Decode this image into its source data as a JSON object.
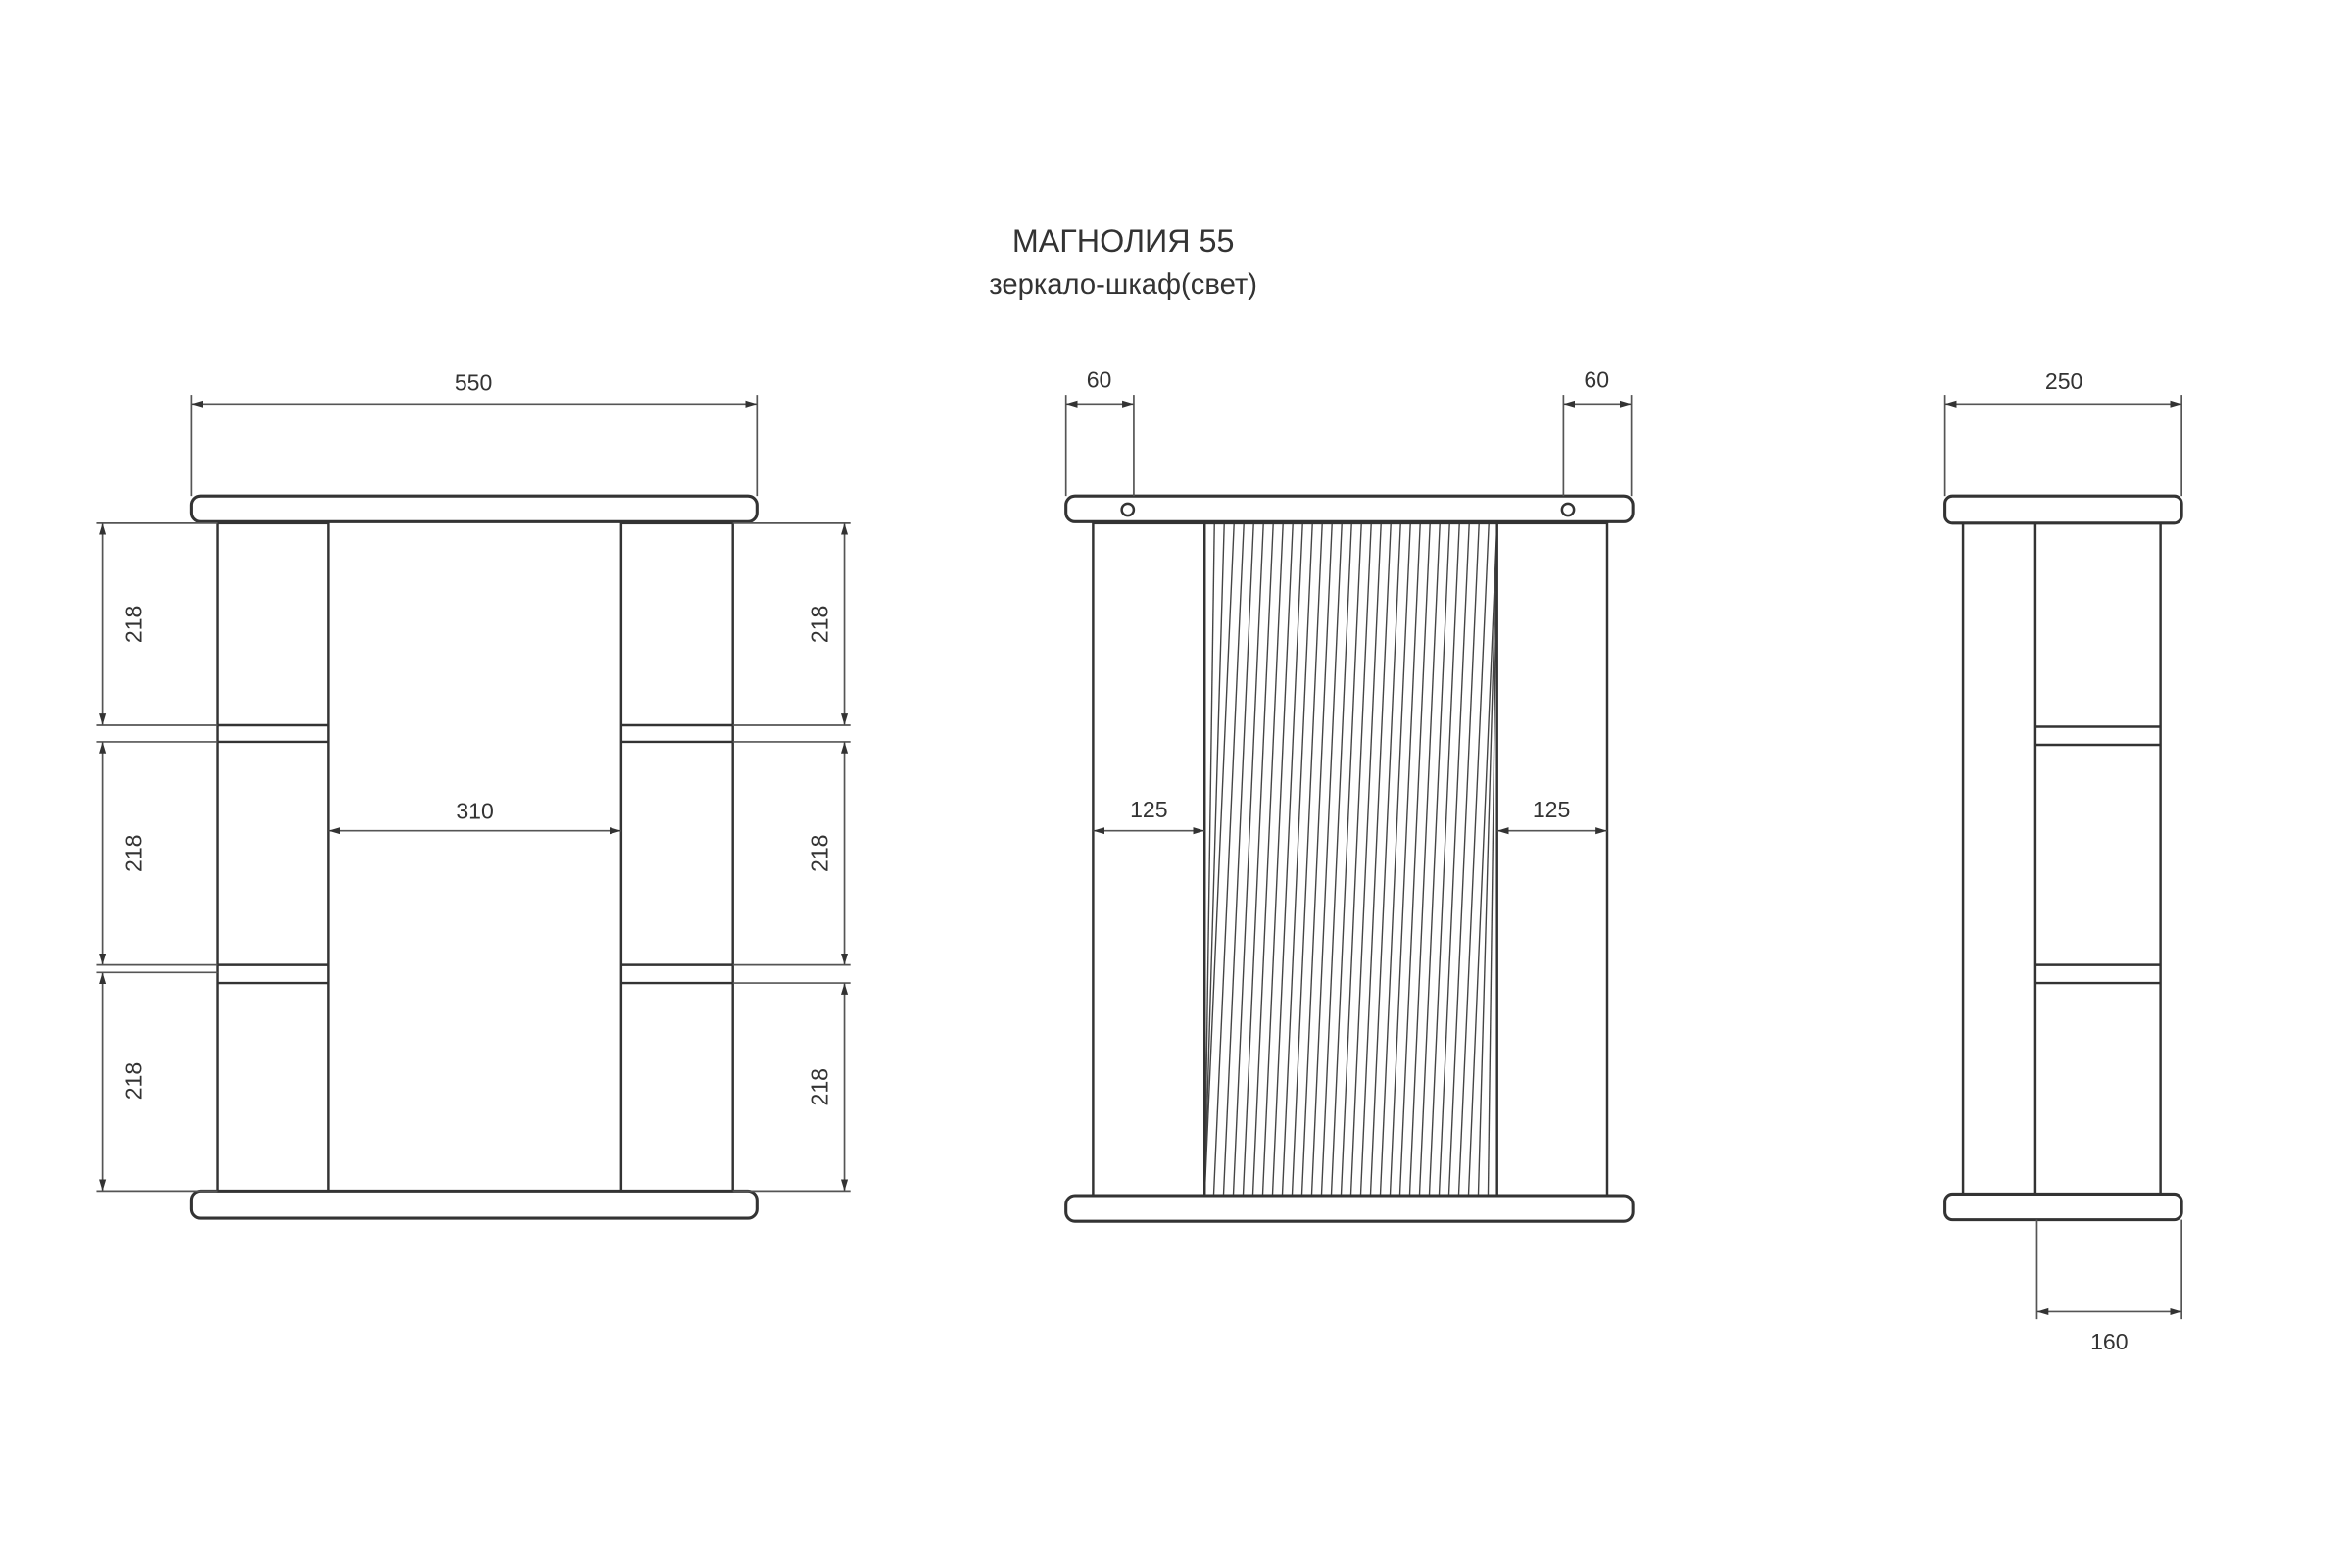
{
  "title": "МАГНОЛИЯ 55",
  "subtitle": "зеркало-шкаф(свет)",
  "front_view": {
    "width": "550",
    "inner_width": "310",
    "left_heights": [
      "218",
      "218",
      "218"
    ],
    "right_heights": [
      "218",
      "218",
      "218"
    ]
  },
  "mirror_view": {
    "left_hole_offset": "60",
    "right_hole_offset": "60",
    "left_panel": "125",
    "right_panel": "125"
  },
  "side_view": {
    "depth": "250",
    "shelf_depth": "160"
  }
}
